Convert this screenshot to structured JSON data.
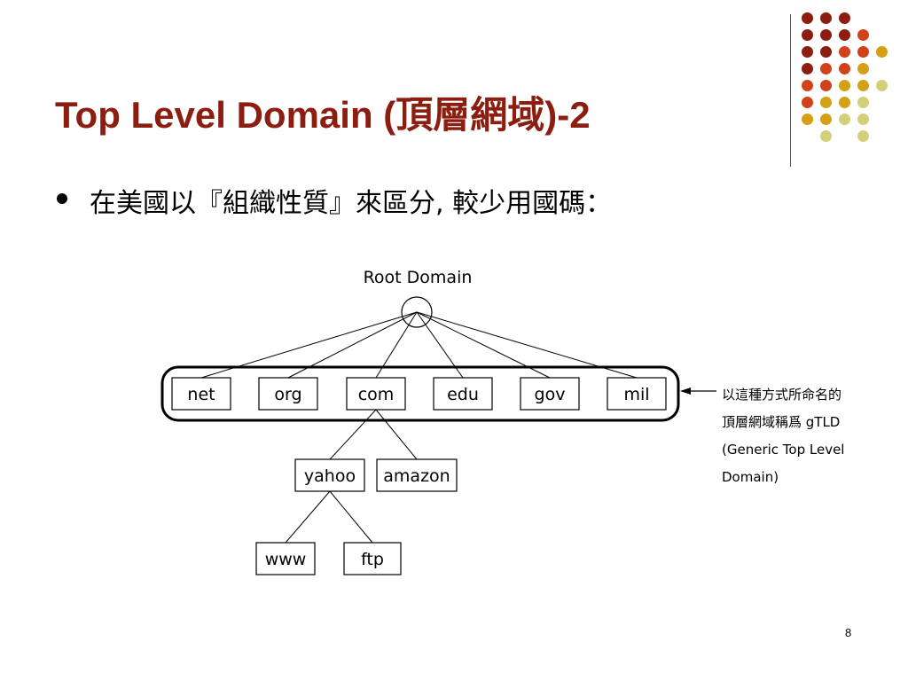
{
  "slide": {
    "title": "Top Level Domain (頂層網域)-2",
    "bullet": "在美國以『組織性質』來區分, 較少用國碼：",
    "page_number": "8"
  },
  "diagram": {
    "root_label": "Root Domain",
    "tld_nodes": [
      "net",
      "org",
      "com",
      "edu",
      "gov",
      "mil"
    ],
    "com_children": [
      "yahoo",
      "amazon"
    ],
    "yahoo_children": [
      "www",
      "ftp"
    ],
    "annotation_lines": [
      "以這種方式所命名的",
      "頂層網域稱爲 gTLD",
      "(Generic Top Level",
      "Domain)"
    ]
  },
  "theme": {
    "title_color": "#8b1e10",
    "dot_colors": [
      "#8b1e10",
      "#d2421a",
      "#d4a017",
      "#d3d07a"
    ]
  }
}
